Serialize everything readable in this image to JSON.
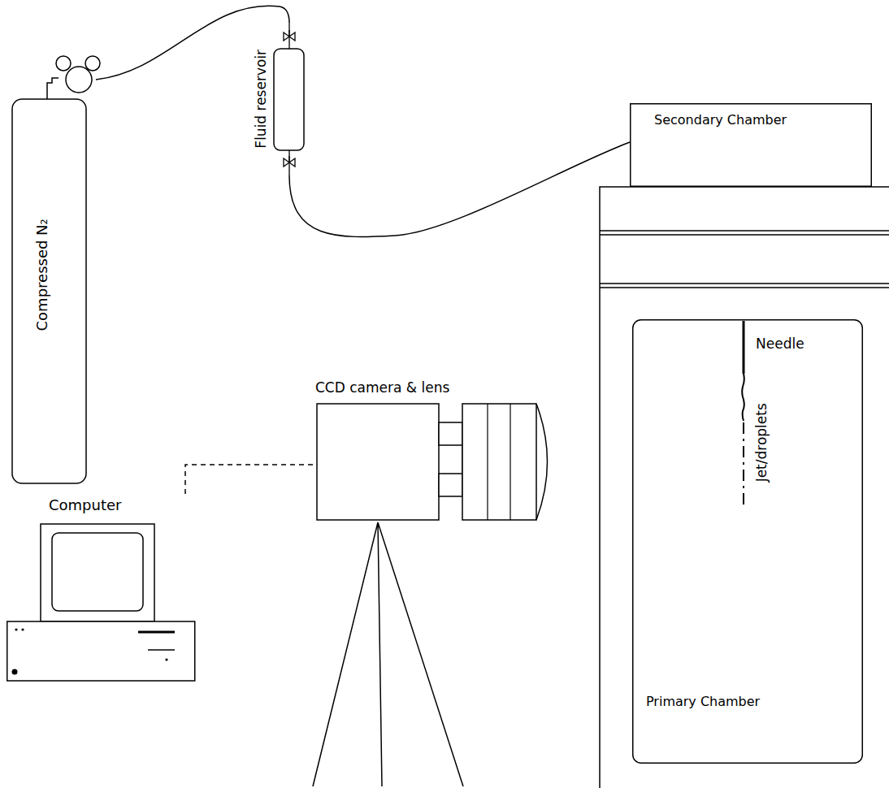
{
  "diagram": {
    "nodes": [
      {
        "text": [
          "Compressed N₂"
        ]
      },
      {
        "text": [
          "Fluid reservoir"
        ]
      },
      {
        "text": [
          "Secondary Chamber"
        ]
      },
      {
        "text": [
          "Primary Chamber"
        ]
      },
      {
        "text": [
          "CCD camera & lens"
        ]
      },
      {
        "text": [
          "Computer"
        ]
      }
    ],
    "edges": [
      {
        "from": 0,
        "to": 1,
        "arrow": "none"
      },
      {
        "from": 1,
        "to": 2,
        "arrow": "none"
      },
      {
        "from": 4,
        "to": 5,
        "arrow": "none"
      }
    ],
    "labels": [
      "Needle",
      "Jet/droplets"
    ]
  }
}
